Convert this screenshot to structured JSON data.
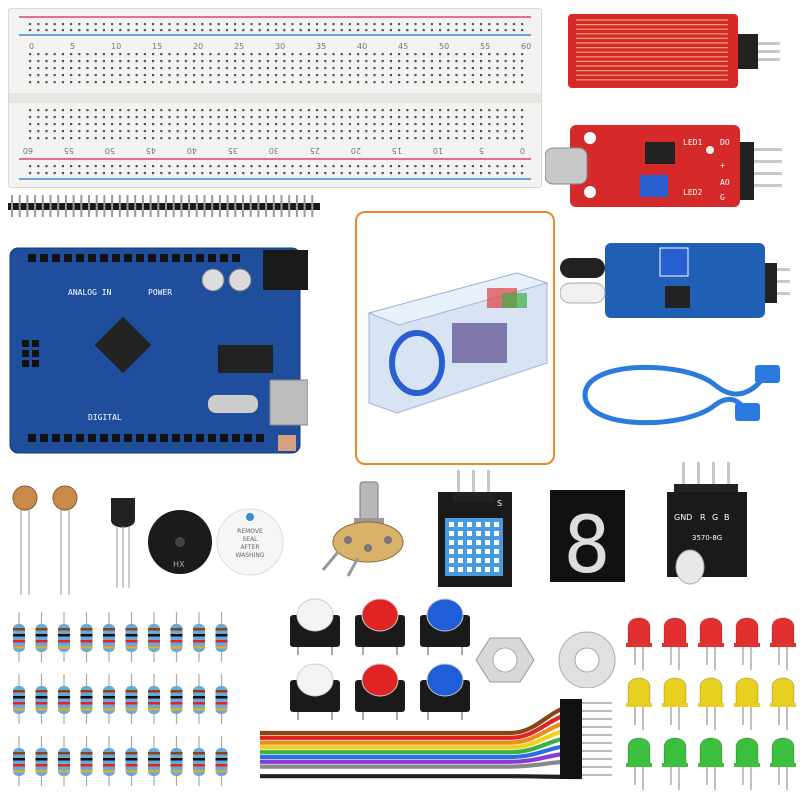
{
  "image": {
    "background": "#ffffff",
    "highlight_border_color": "#e88a2a",
    "breadboard": {
      "top_numbers": [
        "0",
        "5",
        "10",
        "15",
        "20",
        "25",
        "30",
        "35",
        "40",
        "45",
        "50",
        "55",
        "60"
      ],
      "bottom_numbers": [
        "60",
        "55",
        "50",
        "45",
        "40",
        "35",
        "30",
        "25",
        "20",
        "15",
        "10",
        "5",
        "0"
      ],
      "rail_red": "#e0407a",
      "rail_blue": "#3a8ad8"
    },
    "arduino": {
      "board_color": "#1f4e9c",
      "labels": {
        "power": "POWER",
        "analog": "ANALOG IN",
        "digital": "DIGITAL"
      }
    },
    "sound_sensor": {
      "labels": {
        "led1": "LED1",
        "led2": "LED2",
        "do": "DO",
        "ao": "AO",
        "plus": "+",
        "gnd": "G"
      }
    },
    "dht_module": {
      "label": "S"
    },
    "seven_segment": {
      "digit": "8"
    },
    "rgb_module": {
      "labels": {
        "gnd": "GND",
        "r": "R",
        "g": "G",
        "b": "B",
        "part": "3570-8G"
      }
    },
    "buzzer": {
      "passive_label": "HX",
      "seal_text": [
        "REMOVE",
        "SEAL",
        "AFTER",
        "WASHING"
      ]
    },
    "led_colors": [
      "#e23030",
      "#e8d020",
      "#3cbf3c"
    ],
    "button_caps": [
      "#f4f4f4",
      "#e02424",
      "#1f5ed6"
    ],
    "jumper_colors": [
      "#8b4513",
      "#e02424",
      "#f08c1c",
      "#f0d21c",
      "#3cb043",
      "#2a6fe0",
      "#8a3ad8",
      "#888888",
      "#ffffff",
      "#222222"
    ]
  }
}
